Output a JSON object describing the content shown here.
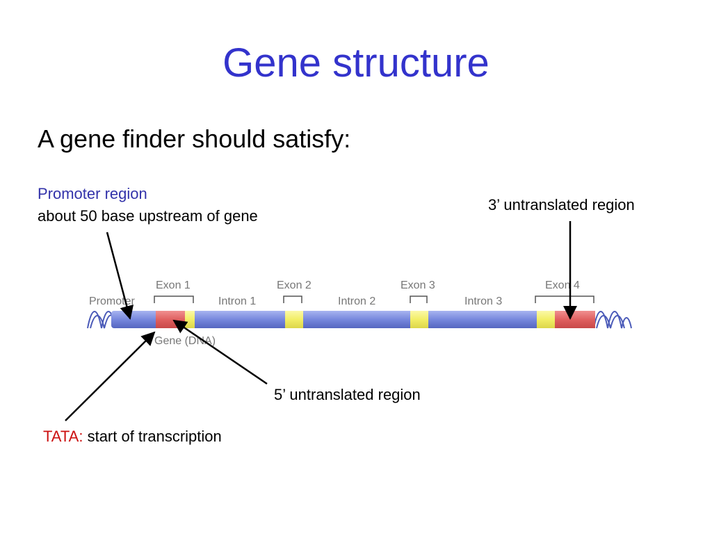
{
  "slide": {
    "title": "Gene structure",
    "subtitle": "A gene finder should satisfy:"
  },
  "annotations": {
    "promoter_label": "Promoter region",
    "promoter_desc": "about 50 base upstream of gene",
    "utr3": "3’ untranslated region",
    "utr5": "5’ untranslated region",
    "tata_key": "TATA:",
    "tata_desc": "start of transcription"
  },
  "gene_diagram": {
    "promoter": "Promoter",
    "gene_dna": "Gene (DNA)",
    "exons": [
      "Exon 1",
      "Exon 2",
      "Exon 3",
      "Exon 4"
    ],
    "introns": [
      "Intron 1",
      "Intron 2",
      "Intron 3"
    ]
  },
  "colors": {
    "title": "#3333cc",
    "promoter_label": "#3333aa",
    "tata": "#cc1111",
    "dna_strand": "#7788dd",
    "exon_coding": "#e06060",
    "utr_segment": "#f2ee66",
    "diagram_text": "#777777"
  }
}
